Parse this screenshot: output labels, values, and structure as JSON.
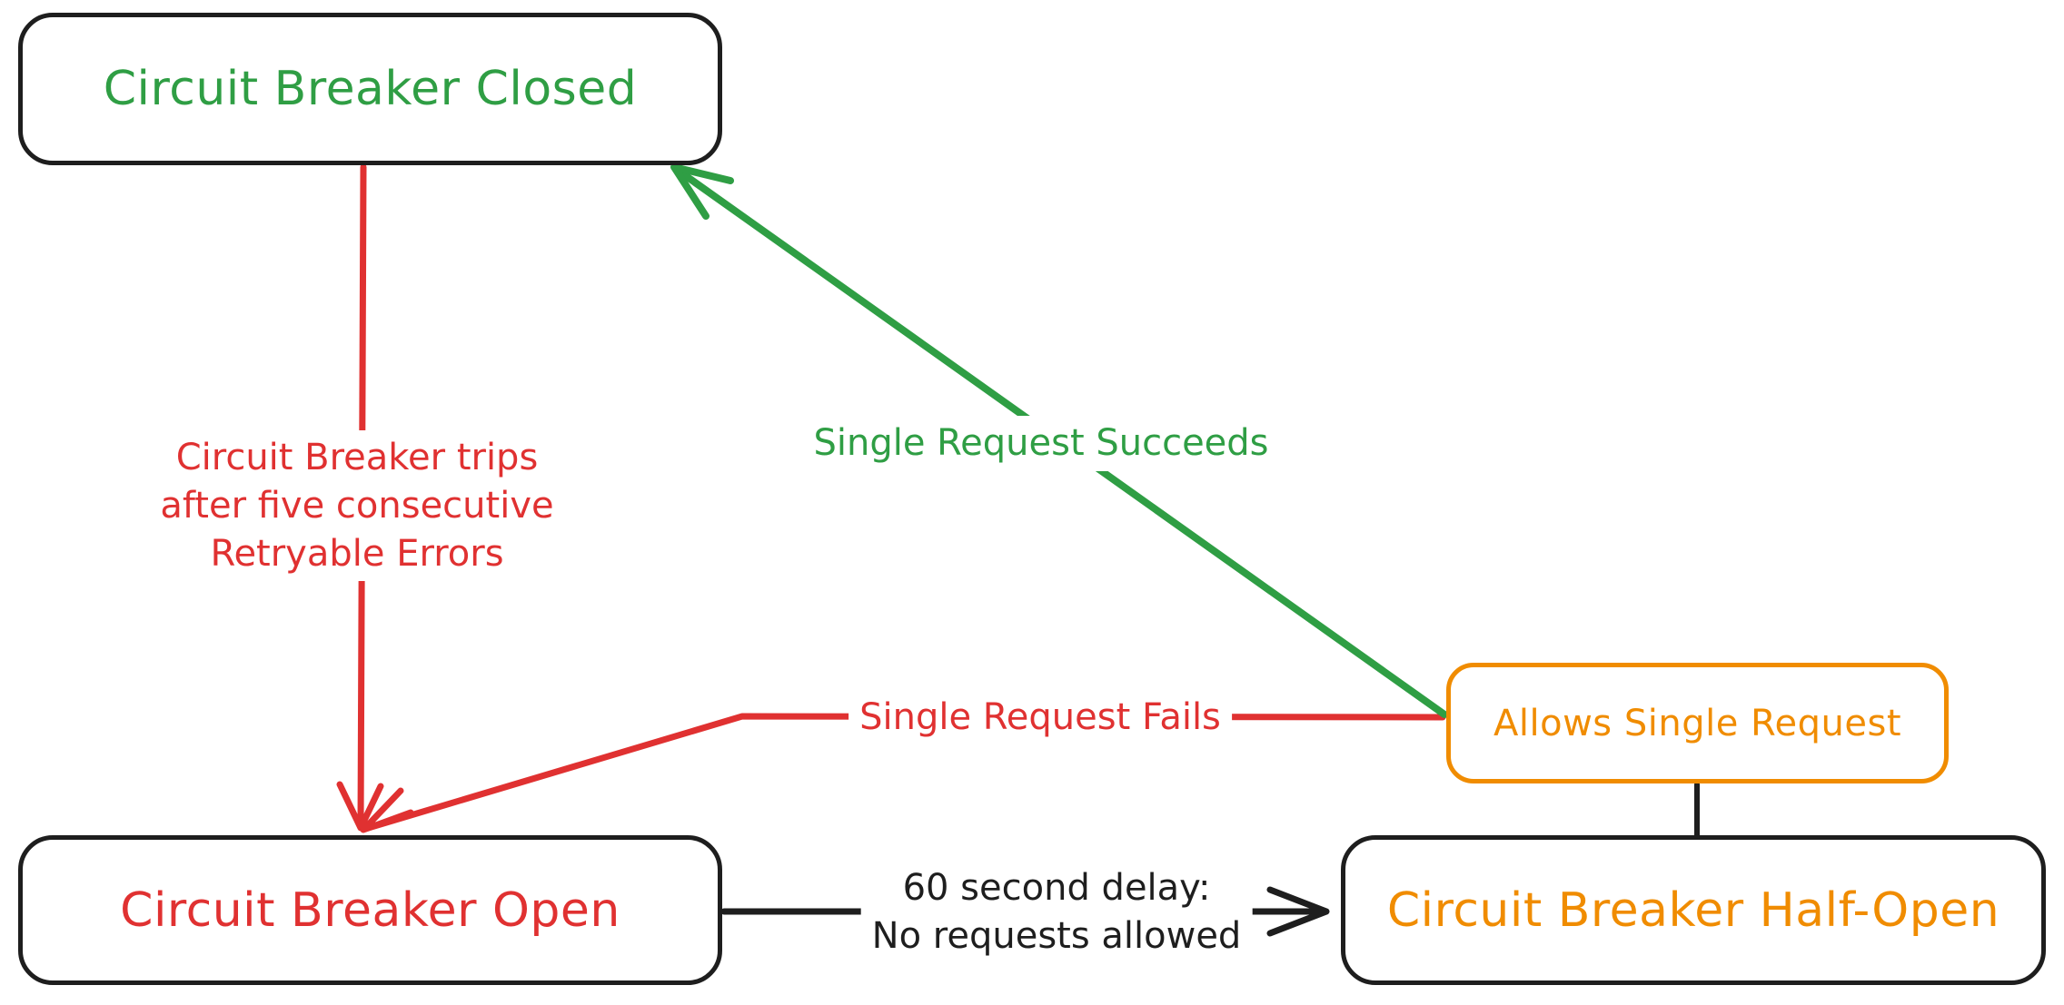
{
  "diagram": {
    "type": "state-diagram",
    "subject": "circuit-breaker-states",
    "colors": {
      "green": "#2f9e44",
      "red": "#e03131",
      "orange": "#f08c00",
      "ink": "#1e1e1e",
      "background": "#ffffff"
    },
    "nodes": {
      "closed": {
        "label": "Circuit Breaker Closed"
      },
      "open": {
        "label": "Circuit Breaker Open"
      },
      "half_open": {
        "label": "Circuit Breaker Half-Open"
      },
      "allows": {
        "label": "Allows Single Request"
      }
    },
    "edges": {
      "trips": {
        "from": "closed",
        "to": "open",
        "lines": [
          "Circuit Breaker trips",
          "after five consecutive",
          "Retryable Errors"
        ]
      },
      "succeeds": {
        "from": "allows",
        "to": "closed",
        "label": "Single Request Succeeds"
      },
      "fails": {
        "from": "allows",
        "to": "open",
        "label": "Single Request Fails"
      },
      "delay": {
        "from": "open",
        "to": "half_open",
        "lines": [
          "60 second delay:",
          "No requests allowed"
        ]
      },
      "half_open_allows": {
        "from": "half_open",
        "to": "allows",
        "label": ""
      }
    }
  }
}
